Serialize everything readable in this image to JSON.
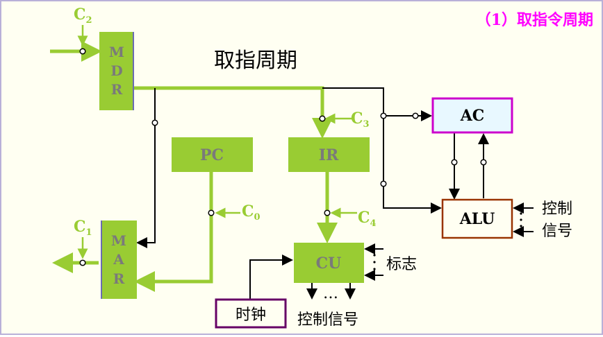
{
  "header": {
    "section_title": "（1）取指令周期",
    "diagram_title": "取指周期"
  },
  "blocks": {
    "mdr": [
      "M",
      "D",
      "R"
    ],
    "mar": [
      "M",
      "A",
      "R"
    ],
    "pc": "PC",
    "ir": "IR",
    "cu": "CU",
    "ac": "AC",
    "alu": "ALU",
    "clock": "时钟"
  },
  "control_points": {
    "c2": {
      "letter": "C",
      "sub": "2"
    },
    "c1": {
      "letter": "C",
      "sub": "1"
    },
    "c0": {
      "letter": "C",
      "sub": "0"
    },
    "c3": {
      "letter": "C",
      "sub": "3"
    },
    "c4": {
      "letter": "C",
      "sub": "4"
    }
  },
  "labels": {
    "alu_control_line1": "控制",
    "alu_control_line2": "信号",
    "cu_flags": "标志",
    "cu_control": "控制信号",
    "cu_ellipsis": "…"
  },
  "colors": {
    "green_block": "#99cc33",
    "green_line": "#99cc33",
    "block_text": "#7a7a7a",
    "title_magenta": "#ff00ff",
    "ac_border": "#cc00cc",
    "ac_fill": "#e8f8ff",
    "alu_border": "#993300",
    "clock_border": "#660066",
    "frame_border": "#b9b0d8"
  }
}
